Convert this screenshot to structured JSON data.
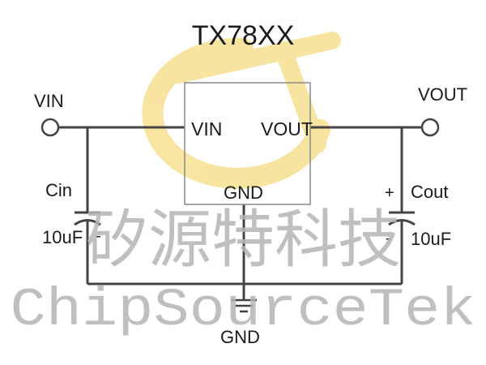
{
  "diagram": {
    "title": "TX78XX",
    "terminals": {
      "vin": "VIN",
      "vout": "VOUT",
      "gnd": "GND"
    },
    "ic_pins": {
      "vin": "VIN",
      "vout": "VOUT",
      "gnd": "GND"
    },
    "capacitors": {
      "cin": {
        "name": "Cin",
        "value": "10uF",
        "minus": "-"
      },
      "cout": {
        "name": "Cout",
        "value": "10uF",
        "plus": "+",
        "minus": "-"
      }
    }
  },
  "watermark": {
    "chinese": "矽源特科技",
    "english": "ChipSourceTek",
    "colors": {
      "logo": "#f2cf56",
      "text": "#b5b5b5"
    }
  },
  "colors": {
    "wire": "#444444",
    "text": "#1a1a1a"
  }
}
